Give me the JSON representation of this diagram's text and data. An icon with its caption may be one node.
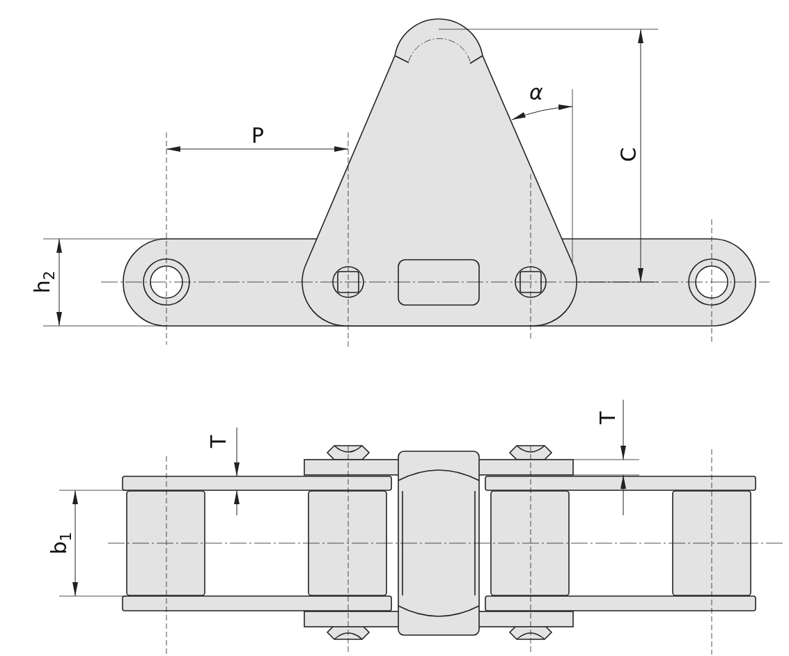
{
  "diagram": {
    "labels": [
      "α",
      "P",
      "C",
      "h$_{2}$",
      "T",
      "T",
      "b$_{1}$"
    ]
  }
}
